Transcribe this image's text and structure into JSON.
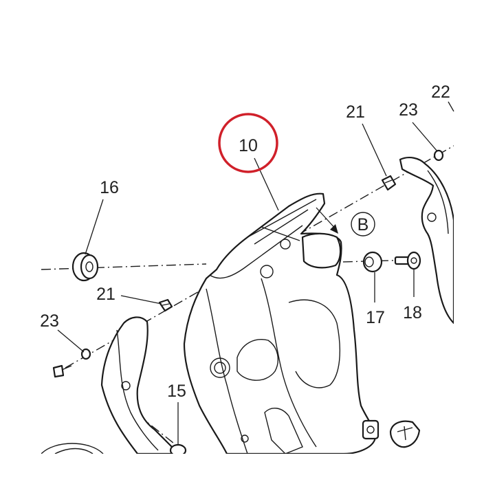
{
  "diagram": {
    "callouts": {
      "c10": "10",
      "c16": "16",
      "c21_top": "21",
      "c21_left": "21",
      "c22": "22",
      "c23_top": "23",
      "c23_left": "23",
      "c17": "17",
      "c18": "18",
      "c15": "15",
      "cB": "B"
    },
    "highlight_color": "#d0202a",
    "line_color": "#1a1a1a"
  }
}
